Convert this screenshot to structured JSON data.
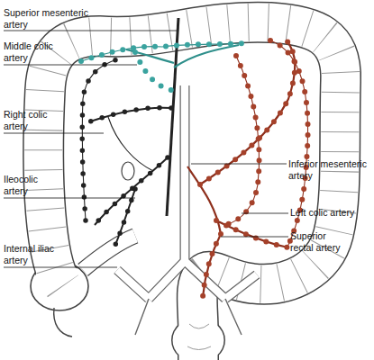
{
  "diagram": {
    "labels": [
      "Superior mesenteric artery",
      "Middle colic artery",
      "Right colic artery",
      "Ileocolic artery",
      "Inferior mesenteric artery",
      "Left colic artery",
      "Internal iliac artery",
      "Superior rectal artery"
    ]
  }
}
